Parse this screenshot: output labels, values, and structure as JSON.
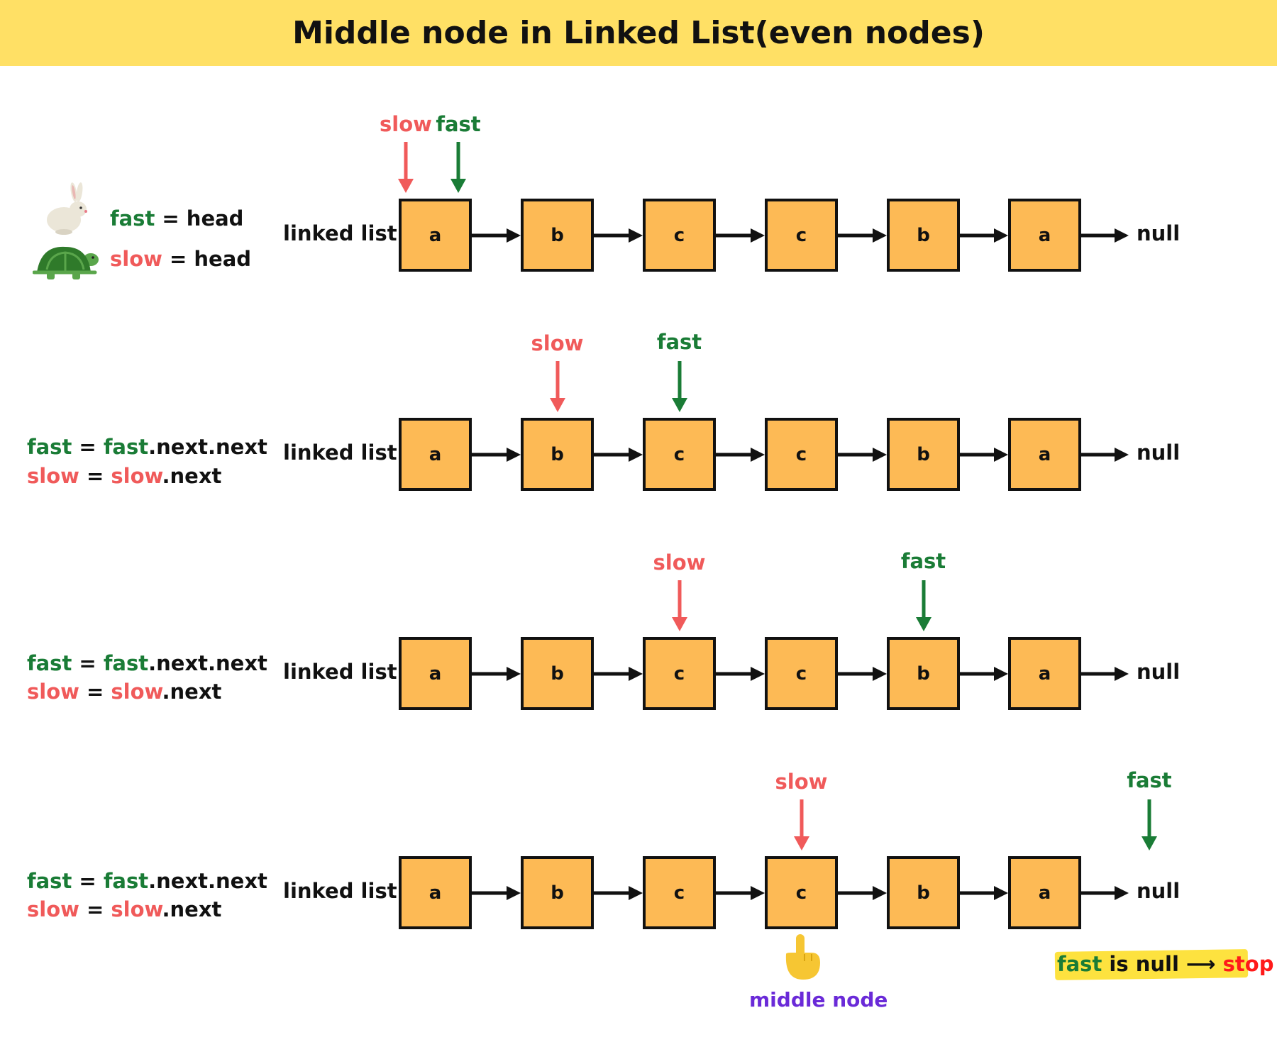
{
  "title": "Middle node in Linked List(even nodes)",
  "labels": {
    "linked_list": "linked list",
    "null": "null",
    "slow": "slow",
    "fast": "fast",
    "middle_node": "middle node"
  },
  "init": {
    "fast_var": "fast",
    "fast_rest": " = head",
    "slow_var": "slow",
    "slow_rest": " = head"
  },
  "step": {
    "fast_var": "fast",
    "eq": " = ",
    "fast_val": "fast",
    "fast_tail": ".next.next",
    "slow_var": "slow",
    "slow_val": "slow",
    "slow_tail": ".next"
  },
  "nodes": [
    "a",
    "b",
    "c",
    "c",
    "b",
    "a"
  ],
  "stop": {
    "fast": "fast",
    "mid": " is null ⟶ ",
    "stop": "stop"
  },
  "icons": [
    "rabbit-icon",
    "turtle-icon",
    "pointing-hand-icon"
  ],
  "colors": {
    "banner": "#ffe065",
    "node_fill": "#fdba55",
    "slow": "#f05a5a",
    "fast": "#1a7c36",
    "middle": "#6a2ad8",
    "highlight": "#fde23f",
    "stop": "#ff1a1a"
  }
}
